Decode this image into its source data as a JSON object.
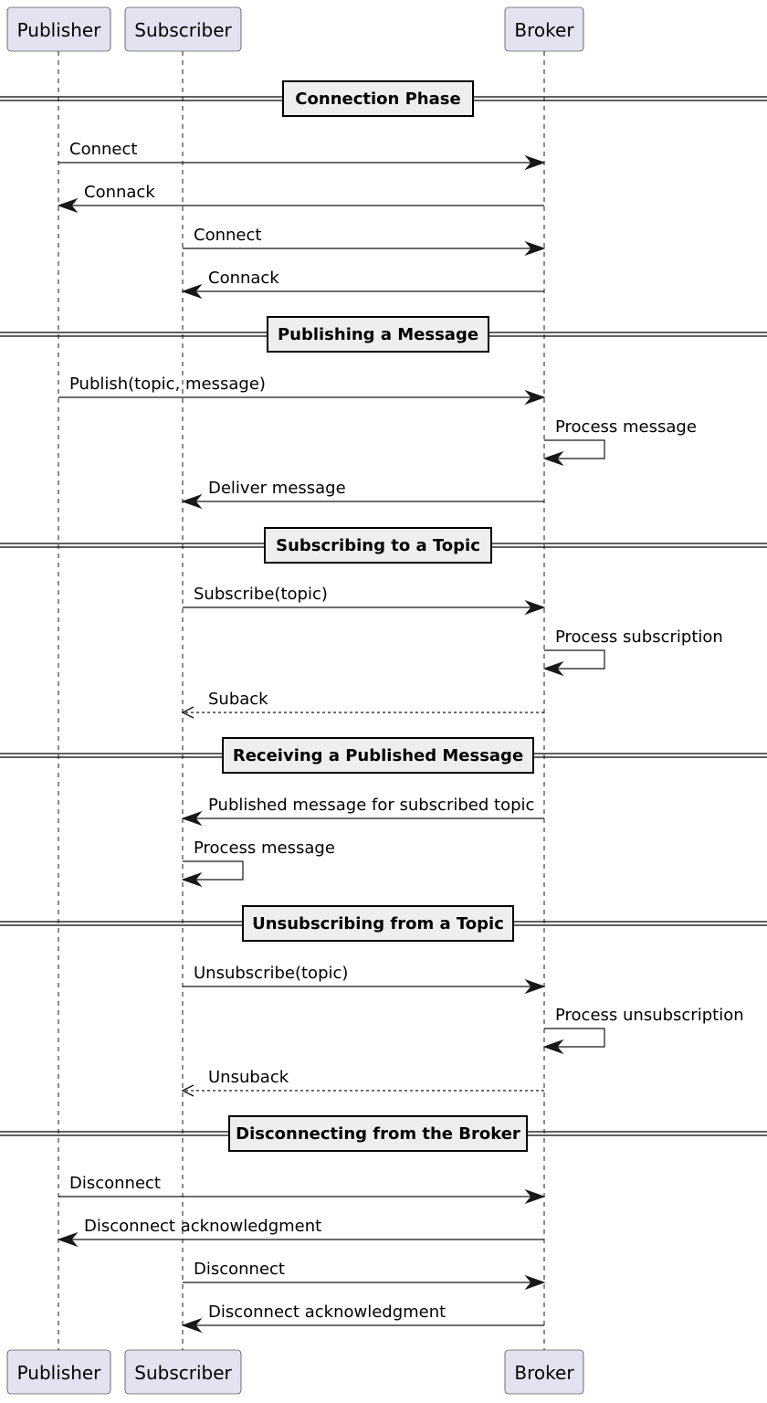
{
  "participants": [
    {
      "id": "publisher",
      "label": "Publisher"
    },
    {
      "id": "subscriber",
      "label": "Subscriber"
    },
    {
      "id": "broker",
      "label": "Broker"
    }
  ],
  "events": [
    {
      "type": "divider",
      "label": "Connection Phase"
    },
    {
      "type": "message",
      "from": "publisher",
      "to": "broker",
      "label": "Connect",
      "style": "solid"
    },
    {
      "type": "message",
      "from": "broker",
      "to": "publisher",
      "label": "Connack",
      "style": "solid"
    },
    {
      "type": "message",
      "from": "subscriber",
      "to": "broker",
      "label": "Connect",
      "style": "solid"
    },
    {
      "type": "message",
      "from": "broker",
      "to": "subscriber",
      "label": "Connack",
      "style": "solid"
    },
    {
      "type": "divider",
      "label": "Publishing a Message"
    },
    {
      "type": "message",
      "from": "publisher",
      "to": "broker",
      "label": "Publish(topic, message)",
      "style": "solid"
    },
    {
      "type": "self",
      "at": "broker",
      "label": "Process message"
    },
    {
      "type": "message",
      "from": "broker",
      "to": "subscriber",
      "label": "Deliver message",
      "style": "solid"
    },
    {
      "type": "divider",
      "label": "Subscribing to a Topic"
    },
    {
      "type": "message",
      "from": "subscriber",
      "to": "broker",
      "label": "Subscribe(topic)",
      "style": "solid"
    },
    {
      "type": "self",
      "at": "broker",
      "label": "Process subscription"
    },
    {
      "type": "message",
      "from": "broker",
      "to": "subscriber",
      "label": "Suback",
      "style": "dashed"
    },
    {
      "type": "divider",
      "label": "Receiving a Published Message"
    },
    {
      "type": "message",
      "from": "broker",
      "to": "subscriber",
      "label": "Published message for subscribed topic",
      "style": "solid"
    },
    {
      "type": "self",
      "at": "subscriber",
      "label": "Process message"
    },
    {
      "type": "divider",
      "label": "Unsubscribing from a Topic"
    },
    {
      "type": "message",
      "from": "subscriber",
      "to": "broker",
      "label": "Unsubscribe(topic)",
      "style": "solid"
    },
    {
      "type": "self",
      "at": "broker",
      "label": "Process unsubscription"
    },
    {
      "type": "message",
      "from": "broker",
      "to": "subscriber",
      "label": "Unsuback",
      "style": "dashed"
    },
    {
      "type": "divider",
      "label": "Disconnecting from the Broker"
    },
    {
      "type": "message",
      "from": "publisher",
      "to": "broker",
      "label": "Disconnect",
      "style": "solid"
    },
    {
      "type": "message",
      "from": "broker",
      "to": "publisher",
      "label": "Disconnect acknowledgment",
      "style": "solid"
    },
    {
      "type": "message",
      "from": "subscriber",
      "to": "broker",
      "label": "Disconnect",
      "style": "solid"
    },
    {
      "type": "message",
      "from": "broker",
      "to": "subscriber",
      "label": "Disconnect acknowledgment",
      "style": "solid"
    }
  ]
}
